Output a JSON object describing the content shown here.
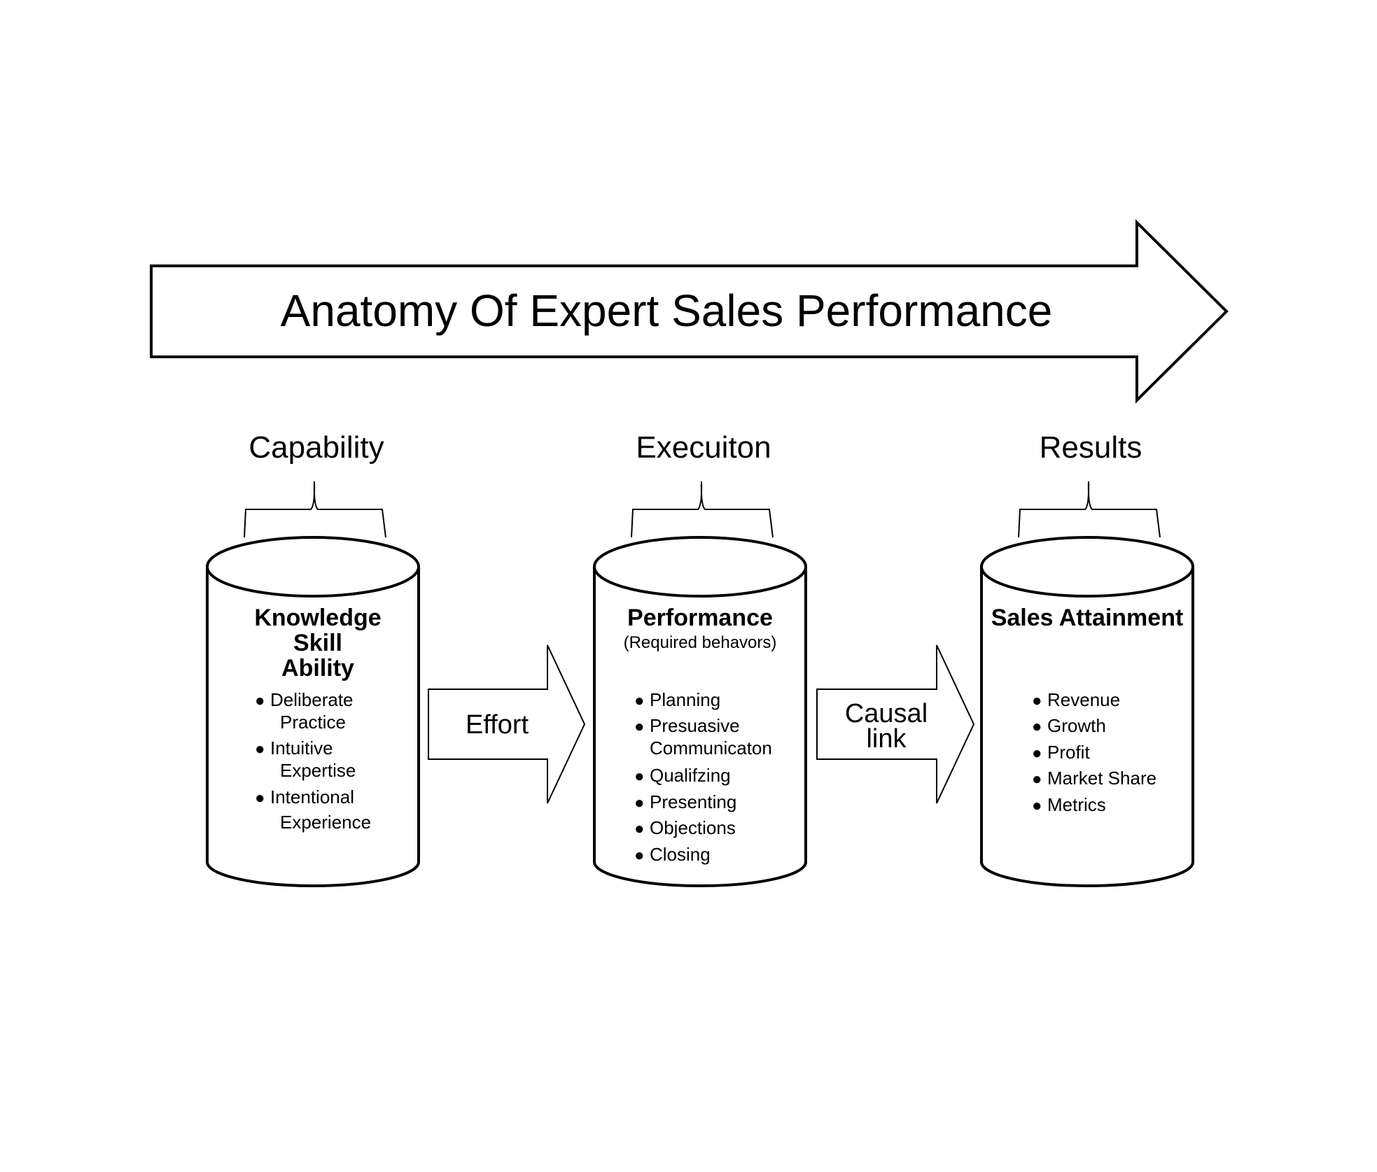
{
  "title": "Anatomy Of Expert Sales Performance",
  "phases": [
    "Capability",
    "Execuiton",
    "Results"
  ],
  "cylinders": [
    {
      "heading_lines": [
        "Knowledge",
        "Skill",
        "Ability"
      ],
      "items": [
        [
          "Deliberate",
          "Practice"
        ],
        [
          "Intuitive",
          "Expertise"
        ],
        [
          "Intentional",
          "Experience"
        ]
      ]
    },
    {
      "heading_lines": [
        "Performance"
      ],
      "subheading": "(Required behavors)",
      "items": [
        [
          "Planning"
        ],
        [
          "Presuasive",
          "Communicaton"
        ],
        [
          "Qualifzing"
        ],
        [
          "Presenting"
        ],
        [
          "Objections"
        ],
        [
          "Closing"
        ]
      ]
    },
    {
      "heading_lines": [
        "Sales Attainment"
      ],
      "items": [
        [
          "Revenue"
        ],
        [
          "Growth"
        ],
        [
          "Profit"
        ],
        [
          "Market Share"
        ],
        [
          "Metrics"
        ]
      ]
    }
  ],
  "arrows": [
    {
      "label_lines": [
        "Effort"
      ]
    },
    {
      "label_lines": [
        "Causal",
        "link"
      ]
    }
  ],
  "bullet_glyph": "●"
}
